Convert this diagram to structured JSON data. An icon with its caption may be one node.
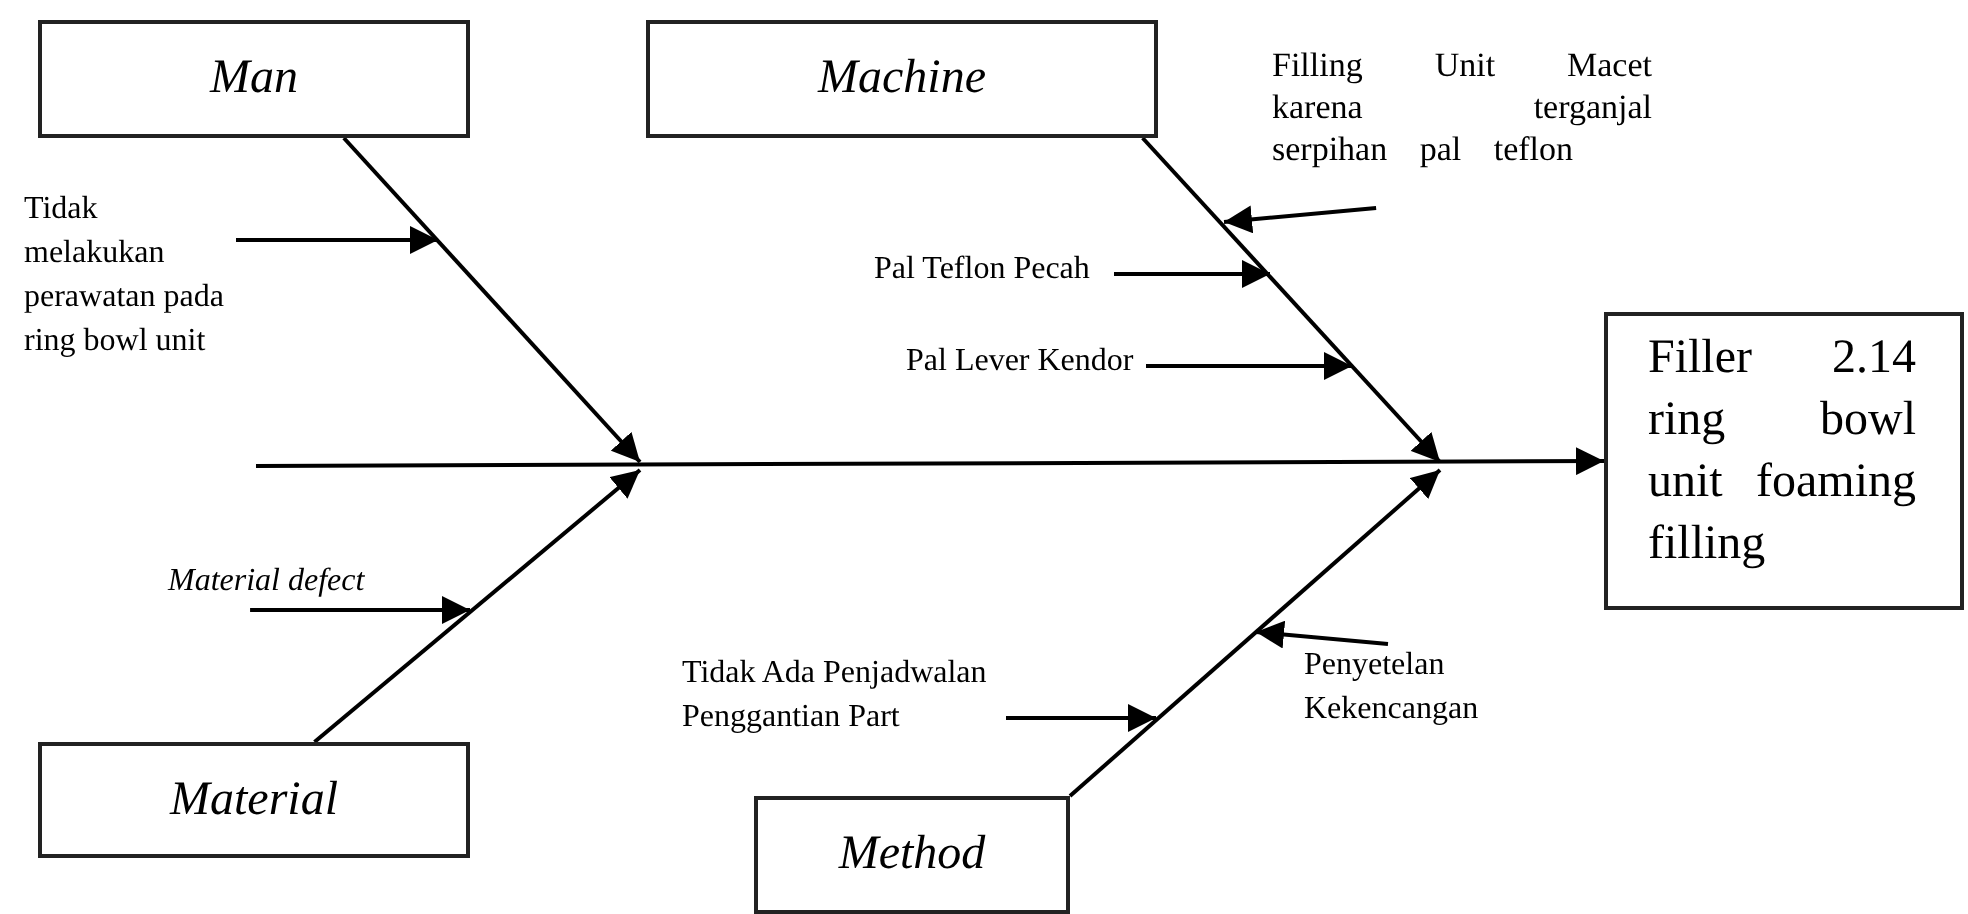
{
  "diagram": {
    "nodes": [
      {
        "text": [
          "Man"
        ]
      },
      {
        "text": [
          "Machine"
        ]
      },
      {
        "text": [
          "Material"
        ]
      },
      {
        "text": [
          "Method"
        ]
      },
      {
        "text": [
          "Filler 2.14 ring bowl unit foaming filling"
        ]
      },
      {
        "text": [
          "Tidak melakukan perawatan pada ring bowl unit"
        ]
      },
      {
        "text": [
          "Material defect"
        ]
      },
      {
        "text": [
          "Filling Unit Macet karena terganjal serpihan pal teflon"
        ]
      },
      {
        "text": [
          "Pal Teflon Pecah"
        ]
      },
      {
        "text": [
          "Pal Lever Kendor"
        ]
      },
      {
        "text": [
          "Tidak Ada Penjadwalan Penggantian Part"
        ]
      },
      {
        "text": [
          "Penyetelan Kekencangan"
        ]
      }
    ],
    "edges": [
      {
        "from": null,
        "to": 4,
        "arrow": "to"
      },
      {
        "from": 0,
        "to": null,
        "arrow": "to"
      },
      {
        "from": 2,
        "to": null,
        "arrow": "to"
      },
      {
        "from": 1,
        "to": null,
        "arrow": "to"
      },
      {
        "from": 3,
        "to": null,
        "arrow": "to"
      },
      {
        "from": 5,
        "to": null,
        "arrow": "to"
      },
      {
        "from": 6,
        "to": null,
        "arrow": "to"
      },
      {
        "from": 7,
        "to": null,
        "arrow": "to"
      },
      {
        "from": 8,
        "to": null,
        "arrow": "to"
      },
      {
        "from": 9,
        "to": null,
        "arrow": "to"
      },
      {
        "from": 10,
        "to": null,
        "arrow": "to"
      },
      {
        "from": 11,
        "to": null,
        "arrow": "to"
      }
    ]
  }
}
